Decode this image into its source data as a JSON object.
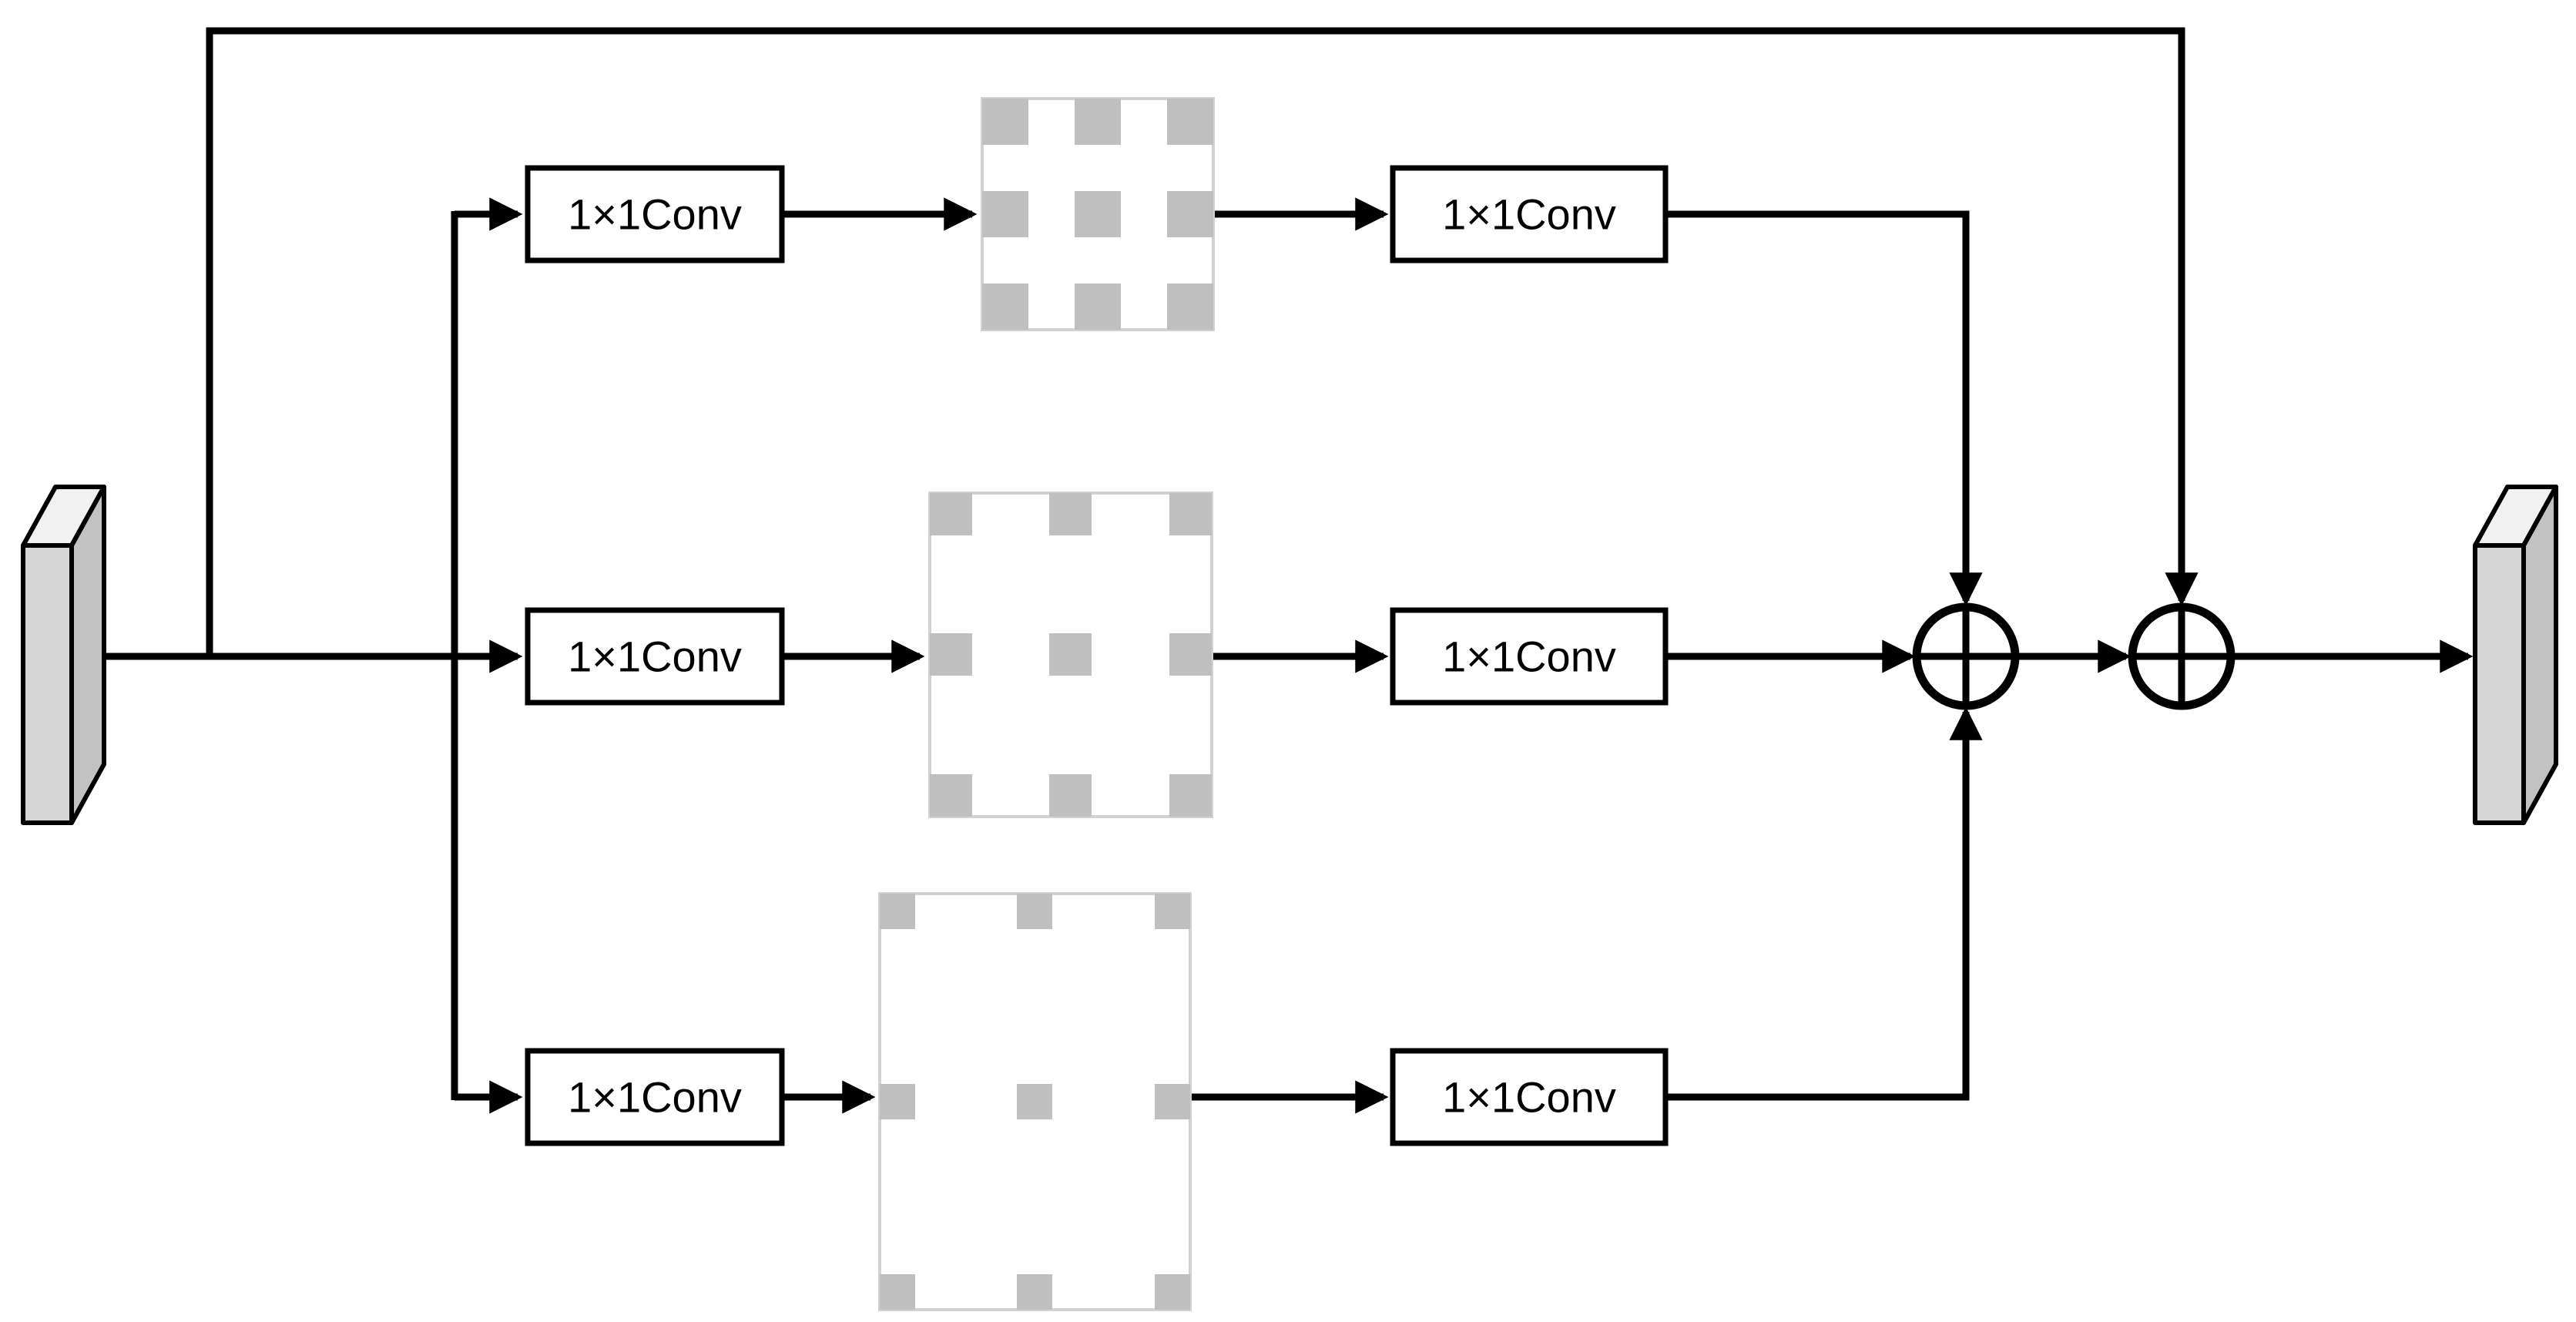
{
  "diagram": {
    "conv_boxes": [
      {
        "id": "top-branch-conv-in",
        "label": "1×1Conv"
      },
      {
        "id": "top-branch-conv-out",
        "label": "1×1Conv"
      },
      {
        "id": "middle-branch-conv-in",
        "label": "1×1Conv"
      },
      {
        "id": "middle-branch-conv-out",
        "label": "1×1Conv"
      },
      {
        "id": "bottom-branch-conv-in",
        "label": "1×1Conv"
      },
      {
        "id": "bottom-branch-conv-out",
        "label": "1×1Conv"
      }
    ],
    "operators": [
      {
        "id": "sum-1",
        "symbol": "circle-plus"
      },
      {
        "id": "sum-2",
        "symbol": "circle-plus"
      }
    ],
    "kernels": [
      {
        "id": "dilated-kernel-small",
        "taps": "3×3"
      },
      {
        "id": "dilated-kernel-medium",
        "taps": "3×3"
      },
      {
        "id": "dilated-kernel-large",
        "taps": "3×3"
      }
    ],
    "tensors": [
      {
        "id": "input-feature-map"
      },
      {
        "id": "output-feature-map"
      }
    ],
    "colors": {
      "line": "#000000",
      "box_fill": "#ffffff",
      "box_border": "#000000",
      "kernel_cell": "#bfbfbf",
      "kernel_border": "#d2d2d2",
      "tensor_front": "#d6d6d6",
      "tensor_side": "#c2c2c2",
      "tensor_top": "#f1f1f1",
      "background": "#ffffff"
    }
  }
}
